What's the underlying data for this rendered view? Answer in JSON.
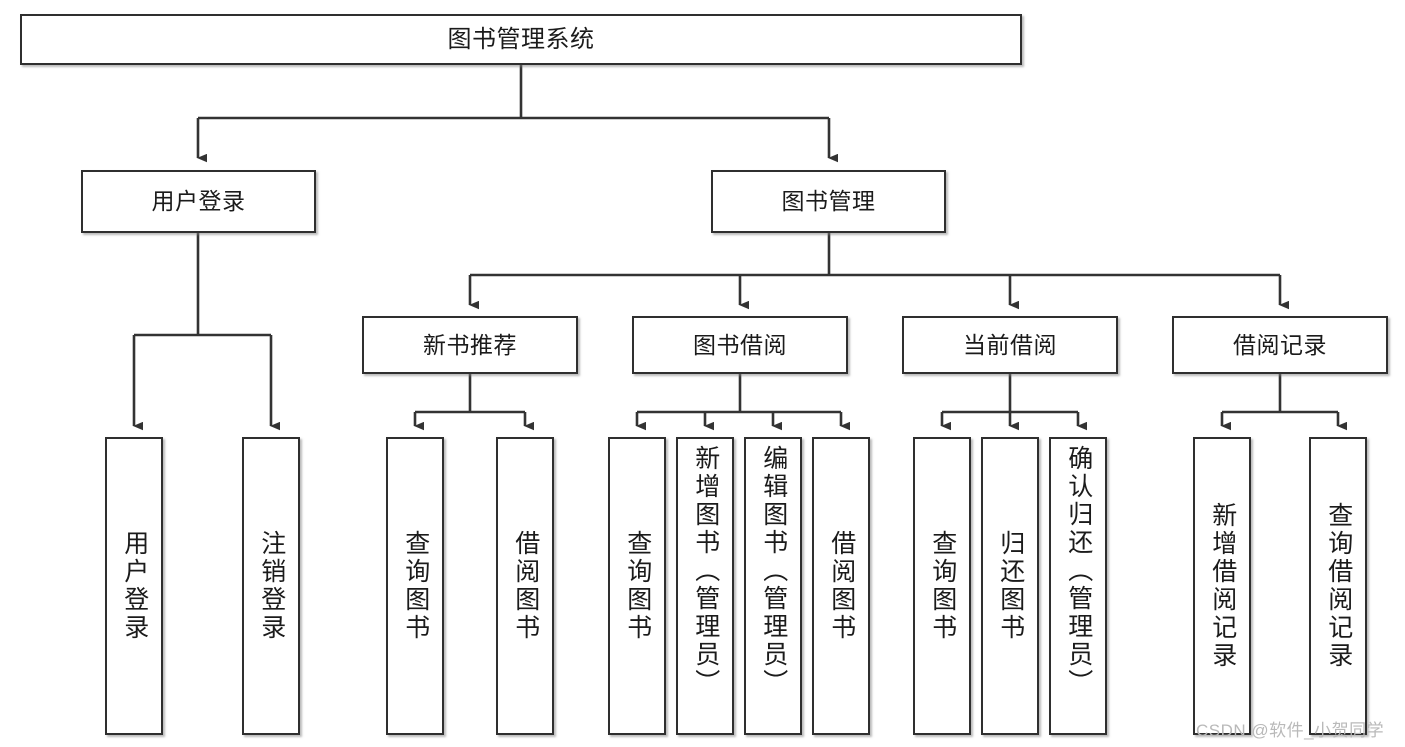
{
  "diagram": {
    "title": "图书管理系统",
    "root": {
      "label": "图书管理系统"
    },
    "level2": [
      {
        "label": "用户登录"
      },
      {
        "label": "图书管理"
      }
    ],
    "level3": [
      {
        "label": "新书推荐"
      },
      {
        "label": "图书借阅"
      },
      {
        "label": "当前借阅"
      },
      {
        "label": "借阅记录"
      }
    ],
    "leaves": {
      "user_login": [
        {
          "label": "用户登录"
        },
        {
          "label": "注销登录"
        }
      ],
      "new_book_recommend": [
        {
          "label": "查询图书"
        },
        {
          "label": "借阅图书"
        }
      ],
      "book_borrow": [
        {
          "label": "查询图书"
        },
        {
          "label": "新增图书（管理员）"
        },
        {
          "label": "编辑图书（管理员）"
        },
        {
          "label": "借阅图书"
        }
      ],
      "current_borrow": [
        {
          "label": "查询图书"
        },
        {
          "label": "归还图书"
        },
        {
          "label": "确认归还（管理员）"
        }
      ],
      "borrow_record": [
        {
          "label": "新增借阅记录"
        },
        {
          "label": "查询借阅记录"
        }
      ]
    },
    "colors": {
      "box_border": "#2f2f2f",
      "box_fill": "#ffffff",
      "connector": "#333333",
      "text": "#1b1b1b",
      "watermark": "#b9b9b9"
    }
  },
  "watermark": {
    "text": "CSDN @软件_小贺同学"
  }
}
